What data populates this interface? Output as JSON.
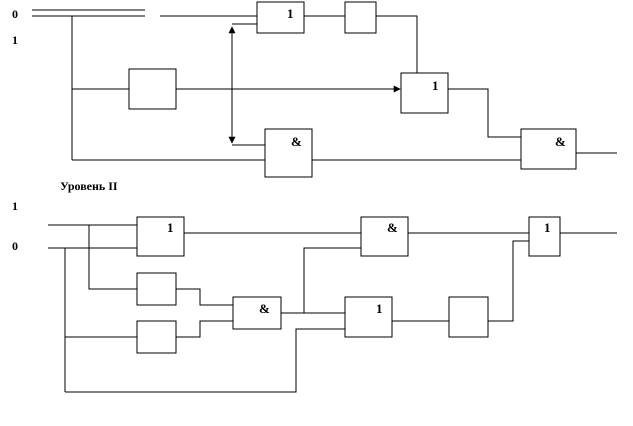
{
  "top_inputs": [
    "0",
    "1"
  ],
  "level_title": "Уровень II",
  "bottom_inputs": [
    "1",
    "0"
  ],
  "gate_symbols": {
    "or": "1",
    "and": "&"
  }
}
